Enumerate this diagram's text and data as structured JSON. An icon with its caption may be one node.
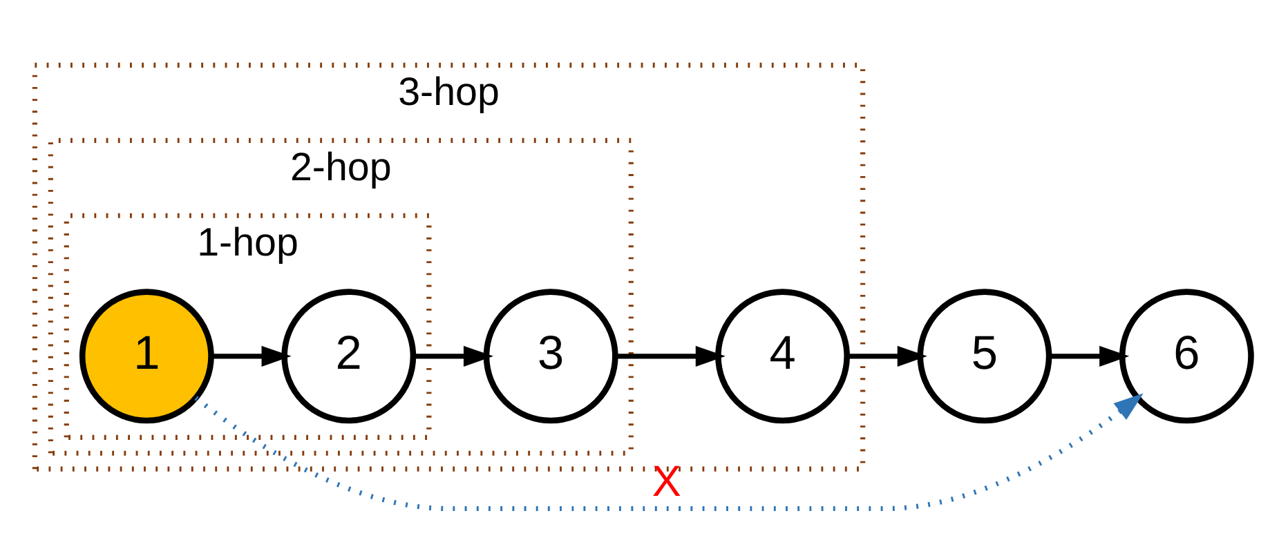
{
  "diagram": {
    "nodes": [
      {
        "text": [
          "3-hop"
        ]
      },
      {
        "text": [
          "2-hop"
        ],
        "in": 0
      },
      {
        "text": [
          "1-hop"
        ],
        "in": 1
      },
      {
        "text": [
          "1"
        ],
        "in": 2
      },
      {
        "text": [
          "2"
        ],
        "in": 2
      },
      {
        "text": [
          "3"
        ],
        "in": 1
      },
      {
        "text": [
          "4"
        ],
        "in": 0
      },
      {
        "text": [
          "5"
        ]
      },
      {
        "text": [
          "6"
        ]
      }
    ],
    "edges": [
      {
        "from": 3,
        "to": 4,
        "arrow": "to"
      },
      {
        "from": 4,
        "to": 5,
        "arrow": "to"
      },
      {
        "from": 5,
        "to": 6,
        "arrow": "to"
      },
      {
        "from": 6,
        "to": 7,
        "arrow": "to"
      },
      {
        "from": 7,
        "to": 8,
        "arrow": "to"
      },
      {
        "from": 3,
        "to": 8,
        "arrow": "to",
        "label": "X",
        "style": "dashed",
        "color": "#2e75b6"
      }
    ]
  }
}
